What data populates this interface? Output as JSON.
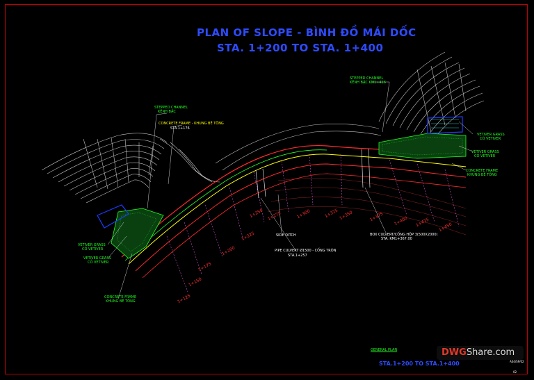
{
  "title": {
    "line1": "PLAN OF SLOPE - BÌNH ĐỒ MÁI DỐC",
    "line2": "STA. 1+200 TO STA. 1+400"
  },
  "colors": {
    "background": "#000000",
    "title": "#2e4bff",
    "frame": "#c00000",
    "road": "#ff2a2a",
    "green": "#22ff22",
    "blue": "#1e3cff",
    "yellow": "#ffff00"
  },
  "labels": {
    "stepped_channel_left": "STEPPED CHANNEL",
    "stepped_channel_left_vn": "KÊNH BẬC",
    "concrete_frame_top": "CONCRETE FRAME - KHUNG BÊ TÔNG",
    "concrete_frame_top_sta": "STA.1+176",
    "stepped_channel_right": "STEPPED CHANNEL",
    "stepped_channel_right_vn": "KÊNH BẬC KM1+416",
    "vetiver_grass_1": "VETIVER GRASS",
    "vetiver_grass_1_vn": "CỎ VETIVER",
    "vetiver_grass_2": "VETIVER GRASS",
    "vetiver_grass_2_vn": "CỎ VETIVER",
    "concrete_frame_right": "CONCRETE FRAME",
    "concrete_frame_right_vn": "KHUNG BÊ TÔNG",
    "vetiver_grass_left1": "VETIVER GRASS",
    "vetiver_grass_left1_vn": "CỎ VETIVER",
    "vetiver_grass_left2": "VETIVER GRASS",
    "vetiver_grass_left2_vn": "CỎ VETIVER",
    "concrete_frame_bottom": "CONCRETE FRAME",
    "concrete_frame_bottom_vn": "KHUNG BÊ TÔNG",
    "side_ditch": "SIDE DITCH",
    "pipe_culvert": "PIPE CULVERT Ø1500 - CỐNG TRÒN",
    "pipe_culvert_sta": "STA.1+257",
    "box_culvert": "BOX CULVERT/CỐNG HỘP 3(500X2000)",
    "box_culvert_sta": "STA. KM1+367.00"
  },
  "stations": [
    "1+125",
    "1+150",
    "1+175",
    "1+200",
    "1+225",
    "1+250",
    "1+275",
    "1+300",
    "1+325",
    "1+350",
    "1+375",
    "1+400",
    "1+425",
    "1+450"
  ],
  "footer": {
    "general_plan": "GENERAL PLAN",
    "sta_range": "STA.1+200 TO STA.1+400",
    "watermark_a": "DWG",
    "watermark_b": "Share.com",
    "drawing_code": "A04/SP/02",
    "page": "02"
  }
}
